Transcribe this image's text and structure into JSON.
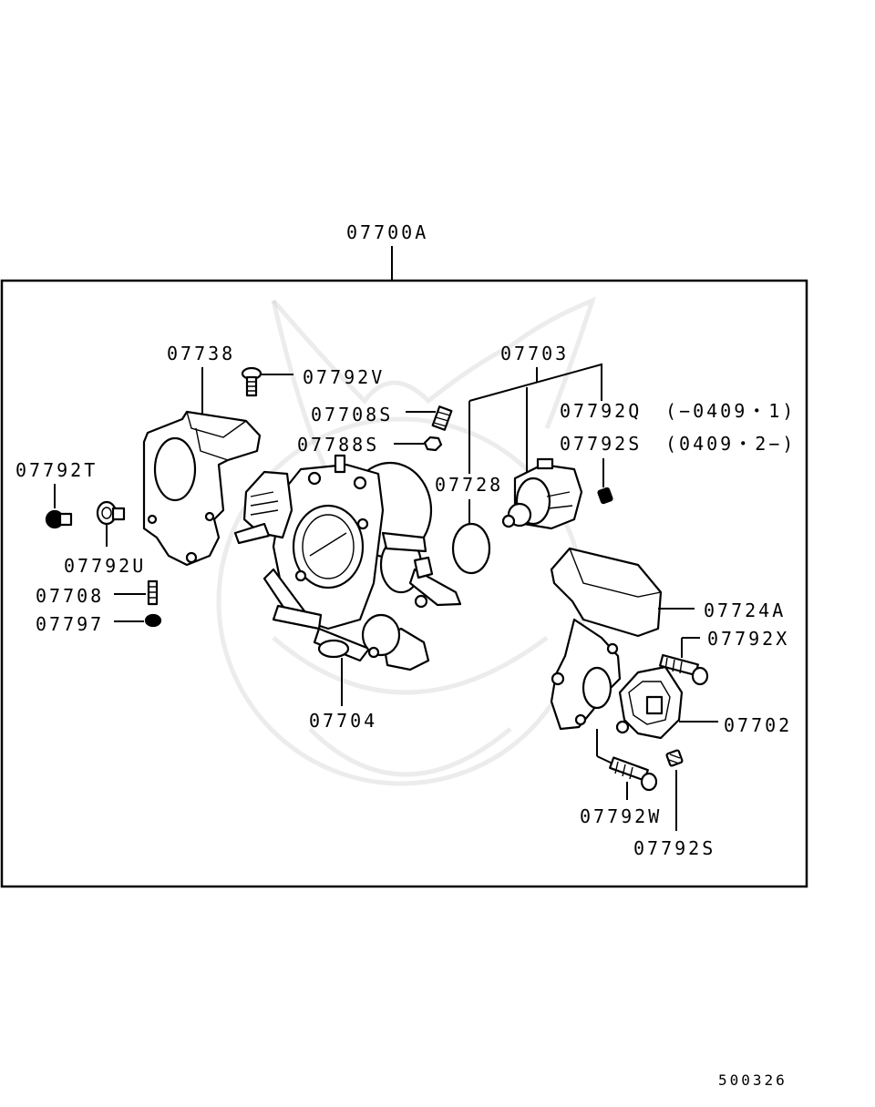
{
  "assembly_label": "07700A",
  "drawing_number": "500326",
  "parts": {
    "p07738": "07738",
    "p07792V": "07792V",
    "p07708S": "07708S",
    "p07788S": "07788S",
    "p07703": "07703",
    "p07792Q": "07792Q",
    "p07792Q_note": "(−0409・1)",
    "p07792S_top": "07792S",
    "p07792S_top_note": "(0409・2−)",
    "p07728": "07728",
    "p07792T": "07792T",
    "p07792U": "07792U",
    "p07708": "07708",
    "p07797": "07797",
    "p07704": "07704",
    "p07724A": "07724A",
    "p07792X": "07792X",
    "p07702": "07702",
    "p07792W": "07792W",
    "p07792S_bottom": "07792S"
  },
  "icons": [
    "throttle-body",
    "bracket",
    "idle-speed-control-valve",
    "o-ring",
    "screw",
    "throttle-position-sensor",
    "sensor-bracket",
    "watermark-emblem"
  ]
}
